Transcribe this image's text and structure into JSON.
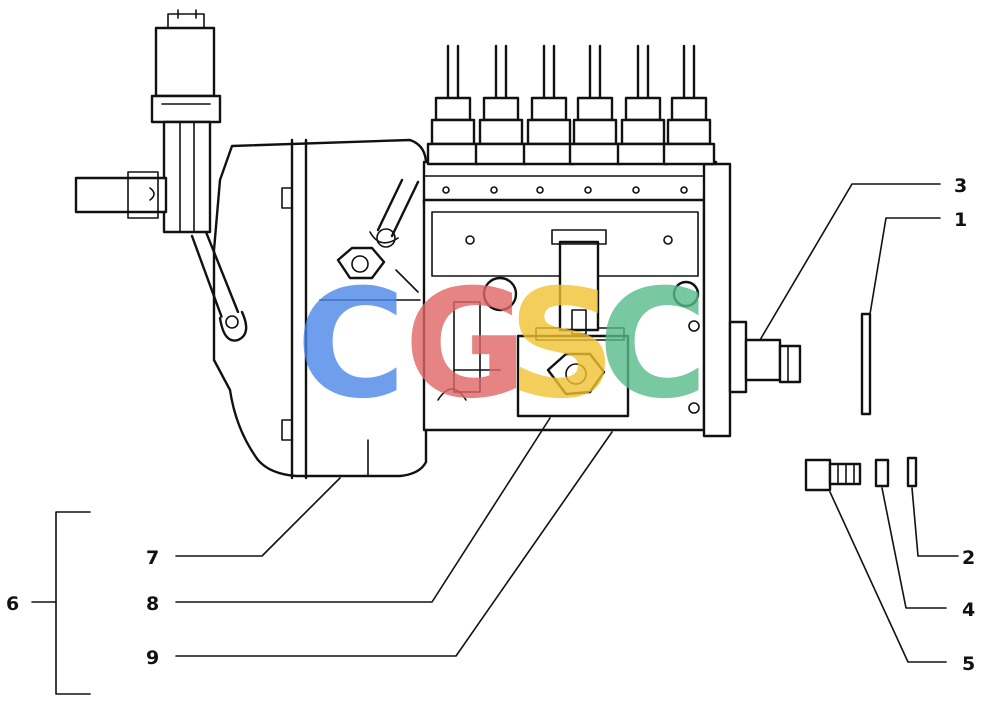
{
  "callouts": {
    "c1": "1",
    "c2": "2",
    "c3": "3",
    "c4": "4",
    "c5": "5",
    "c6": "6",
    "c7": "7",
    "c8": "8",
    "c9": "9"
  },
  "watermark": {
    "letters": [
      "C",
      "G",
      "S",
      "C"
    ],
    "colors": [
      "#4a86e8",
      "#e06666",
      "#f1c232",
      "#57bb8a"
    ]
  }
}
